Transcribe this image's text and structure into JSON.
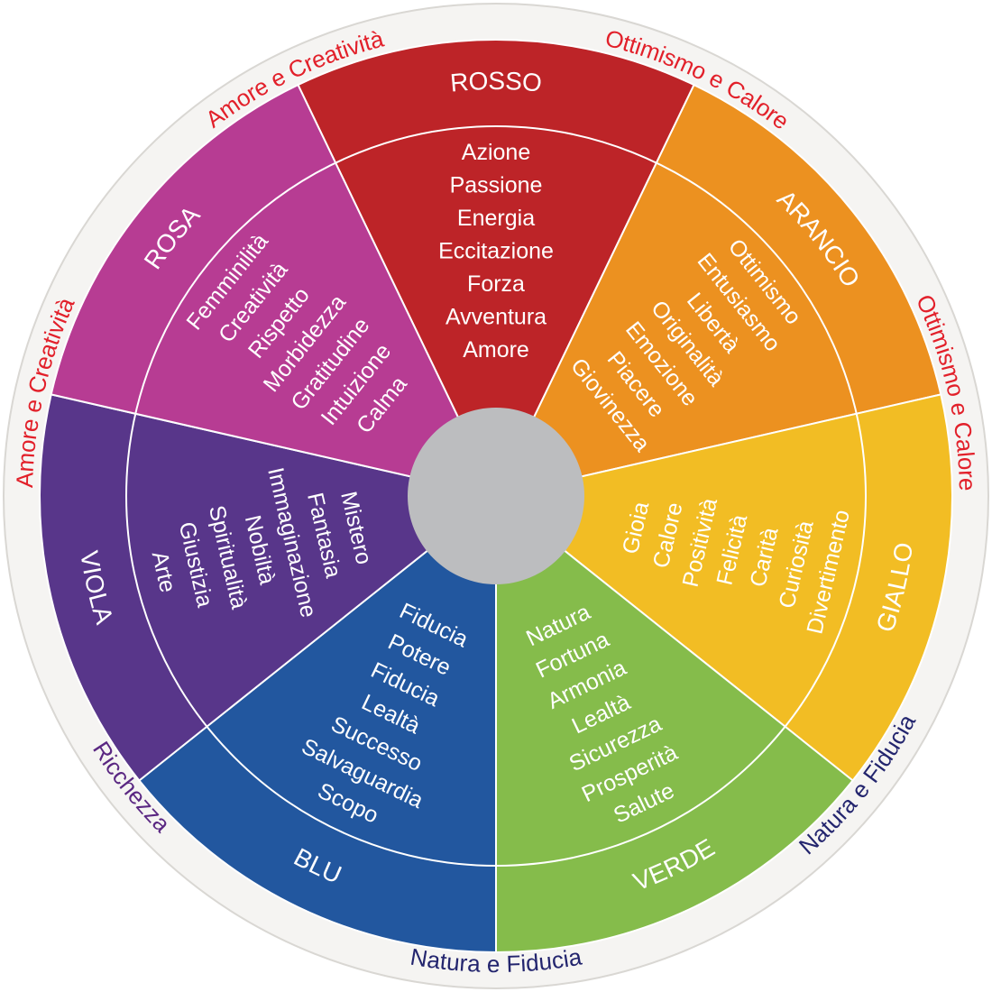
{
  "colors": {
    "rim": "#f5f4f2",
    "rim_stroke": "#d9d7d3",
    "hub": "#bcbdbf",
    "divider": "#ffffff",
    "label_red": "#e2202a",
    "label_blue": "#23256e",
    "label_purple": "#5a2782"
  },
  "segments": [
    {
      "name": "ROSSO",
      "color": "#bd2428",
      "words": [
        "Azione",
        "Passione",
        "Energia",
        "Eccitazione",
        "Forza",
        "Avventura",
        "Amore"
      ]
    },
    {
      "name": "ARANCIO",
      "color": "#ec9120",
      "words": [
        "Ottimismo",
        "Entusiasmo",
        "Libertà",
        "Originalità",
        "Emozione",
        "Piacere",
        "Giovinezza"
      ]
    },
    {
      "name": "GIALLO",
      "color": "#f2bd24",
      "words": [
        "Gioia",
        "Calore",
        "Positività",
        "Felicità",
        "Carità",
        "Curiosità",
        "Divertimento"
      ]
    },
    {
      "name": "VERDE",
      "color": "#85bc4b",
      "words": [
        "Natura",
        "Fortuna",
        "Armonia",
        "Lealtà",
        "Sicurezza",
        "Prosperità",
        "Salute"
      ]
    },
    {
      "name": "BLU",
      "color": "#22579f",
      "words": [
        "Fiducia",
        "Potere",
        "Fiducia",
        "Lealtà",
        "Successo",
        "Salvaguardia",
        "Scopo"
      ]
    },
    {
      "name": "VIOLA",
      "color": "#58368a",
      "words": [
        "Mistero",
        "Fantasia",
        "Immaginazione",
        "Nobiltà",
        "Spiritualità",
        "Giustizia",
        "Arte"
      ]
    },
    {
      "name": "ROSA",
      "color": "#b73c93",
      "words": [
        "Femminilità",
        "Creatività",
        "Rispetto",
        "Morbidezza",
        "Gratitudine",
        "Intuizione",
        "Calma"
      ]
    }
  ],
  "outer_labels": [
    {
      "text": "Amore e Creatività",
      "color": "#e2202a"
    },
    {
      "text": "Ottimismo e Calore",
      "color": "#e2202a"
    },
    {
      "text": "Ottimismo e Calore",
      "color": "#e2202a"
    },
    {
      "text": "Natura e Fiducia",
      "color": "#23256e"
    },
    {
      "text": "Natura e Fiducia",
      "color": "#23256e"
    },
    {
      "text": "Ricchezza",
      "color": "#5a2782"
    },
    {
      "text": "Amore e Creatività",
      "color": "#e2202a"
    }
  ]
}
